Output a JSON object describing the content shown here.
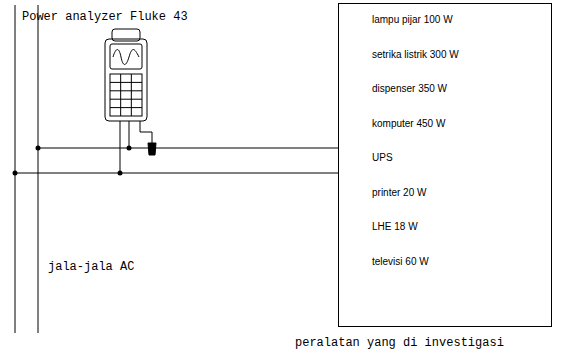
{
  "diagram": {
    "nodes": [
      {
        "text": [
          "lampu pijar 100 W",
          "setrika listrik 300 W",
          "dispenser 350 W",
          "komputer 450 W",
          "UPS",
          "printer 20 W",
          "LHE 18 W",
          "televisi 60 W"
        ]
      }
    ],
    "labels": [
      "Power analyzer Fluke 43",
      "jala-jala AC",
      "peralatan yang di investigasi"
    ]
  }
}
